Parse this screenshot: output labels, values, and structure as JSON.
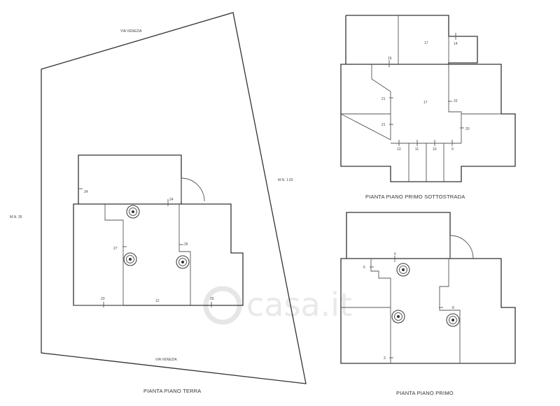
{
  "watermark": {
    "text": "casa.it"
  },
  "ground_floor": {
    "title": "PIANTA PIANO TERRA",
    "street_top": "VIA VENEZIA",
    "street_bottom": "VIA VENEZIA",
    "neighbor_right": "M.N. 1.02",
    "neighbor_left": "M.N. 35",
    "labels": {
      "l24a": "24",
      "l24b": "24",
      "l27": "27",
      "l26": "26",
      "l12": "12",
      "l23": "23",
      "l25": "25"
    }
  },
  "basement_floor": {
    "title": "PIANTA PIANO PRIMO SOTTOSTRADA",
    "labels": {
      "l17top": "17",
      "l14": "14",
      "l15": "15",
      "l17": "17",
      "l21a": "21",
      "l22": "22",
      "l21b": "21",
      "l20": "20",
      "l13": "13",
      "l11": "11",
      "l10": "10",
      "l9": "9"
    }
  },
  "first_floor": {
    "title": "PIANTA PIANO PRIMO",
    "labels": {
      "l6a": "6",
      "l6b": "6",
      "l8": "8",
      "l3": "3"
    }
  }
}
